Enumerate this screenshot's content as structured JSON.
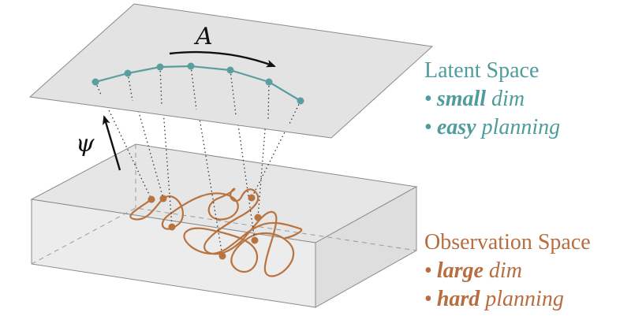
{
  "diagram": {
    "map_label": "ψ",
    "action_label": "A"
  },
  "legend": {
    "latent": {
      "title": "Latent Space",
      "items": [
        {
          "bold": "small",
          "rest": "dim"
        },
        {
          "bold": "easy",
          "rest": "planning"
        }
      ]
    },
    "observation": {
      "title": "Observation Space",
      "items": [
        {
          "bold": "large",
          "rest": "dim"
        },
        {
          "bold": "hard",
          "rest": "planning"
        }
      ]
    },
    "bullet": "•"
  },
  "colors": {
    "latent": "#4f9c9d",
    "observation": "#b76d3f",
    "plane_fill": "#e4e4e4",
    "box_top": "#e6e6e6",
    "edge": "#8a8a8a"
  }
}
